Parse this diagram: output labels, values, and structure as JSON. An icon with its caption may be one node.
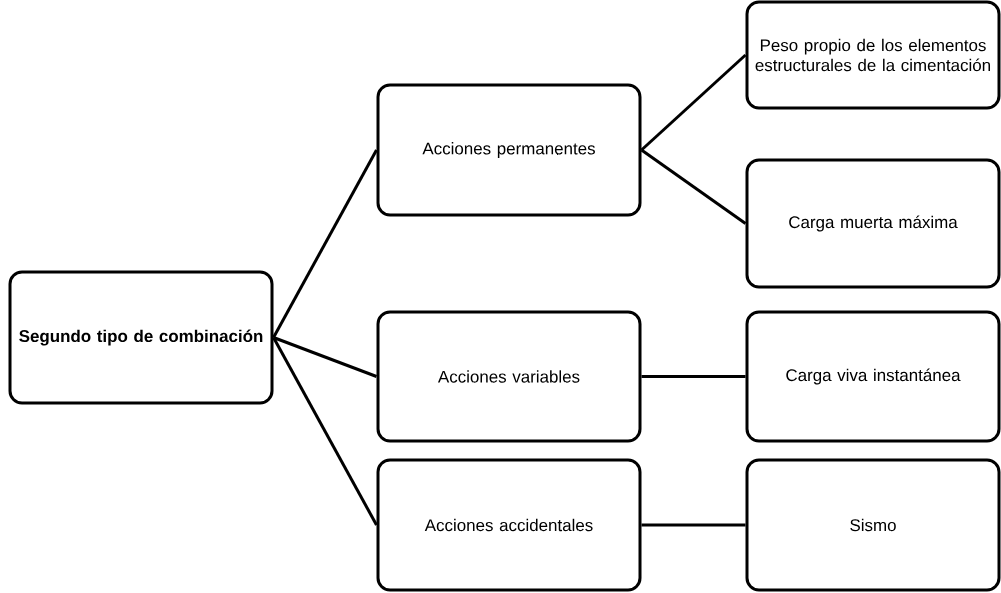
{
  "diagram": {
    "nodes": [
      {
        "text": [
          "Segundo tipo de combinación"
        ]
      },
      {
        "text": [
          "Acciones permanentes"
        ]
      },
      {
        "text": [
          "Peso propio de los elementos estructurales de la cimentación"
        ]
      },
      {
        "text": [
          "Carga muerta máxima"
        ]
      },
      {
        "text": [
          "Acciones variables"
        ]
      },
      {
        "text": [
          "Carga viva instantánea"
        ]
      },
      {
        "text": [
          "Acciones accidentales"
        ]
      },
      {
        "text": [
          "Sismo"
        ]
      }
    ],
    "edges": [
      {
        "from": 0,
        "to": 1,
        "arrow": "none"
      },
      {
        "from": 0,
        "to": 4,
        "arrow": "none"
      },
      {
        "from": 0,
        "to": 6,
        "arrow": "none"
      },
      {
        "from": 1,
        "to": 2,
        "arrow": "none"
      },
      {
        "from": 1,
        "to": 3,
        "arrow": "none"
      },
      {
        "from": 4,
        "to": 5,
        "arrow": "none"
      },
      {
        "from": 6,
        "to": 7,
        "arrow": "none"
      }
    ]
  }
}
